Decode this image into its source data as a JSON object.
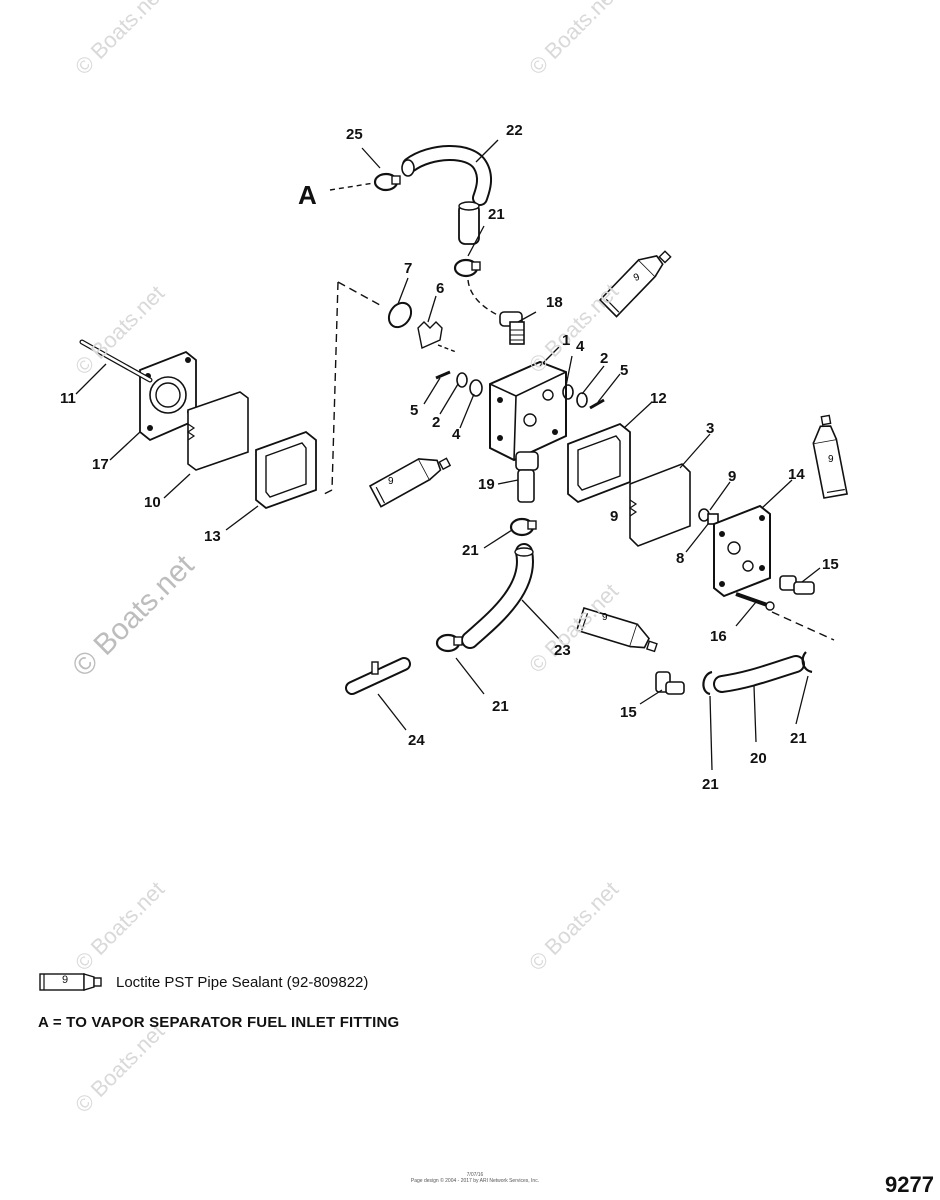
{
  "watermarks": [
    {
      "text": "© Boats.net",
      "size": "small"
    },
    {
      "text": "© Boats.net",
      "size": "small"
    },
    {
      "text": "© Boats.net",
      "size": "small"
    },
    {
      "text": "© Boats.net",
      "size": "small"
    },
    {
      "text": "© Boats.net",
      "size": "big"
    },
    {
      "text": "© Boats.net",
      "size": "small"
    },
    {
      "text": "© Boats.net",
      "size": "small"
    },
    {
      "text": "© Boats.net",
      "size": "small"
    },
    {
      "text": "© Boats.net",
      "size": "small"
    }
  ],
  "reference_label": "A",
  "callouts": [
    "25",
    "22",
    "21",
    "7",
    "6",
    "18",
    "1",
    "4",
    "2",
    "5",
    "5",
    "2",
    "4",
    "11",
    "17",
    "10",
    "13",
    "12",
    "3",
    "9",
    "14",
    "9",
    "19",
    "8",
    "21",
    "15",
    "16",
    "23",
    "21",
    "24",
    "15",
    "20",
    "21",
    "21"
  ],
  "legend": {
    "tube_number": "9",
    "text": "Loctite PST Pipe Sealant (92-809822)"
  },
  "note": "A = TO VAPOR SEPARATOR FUEL INLET FITTING",
  "footer": {
    "line1": "7/07/16",
    "line2": "Page design © 2004 - 2017 by ARI Network Services, Inc."
  },
  "page_number": "9277"
}
